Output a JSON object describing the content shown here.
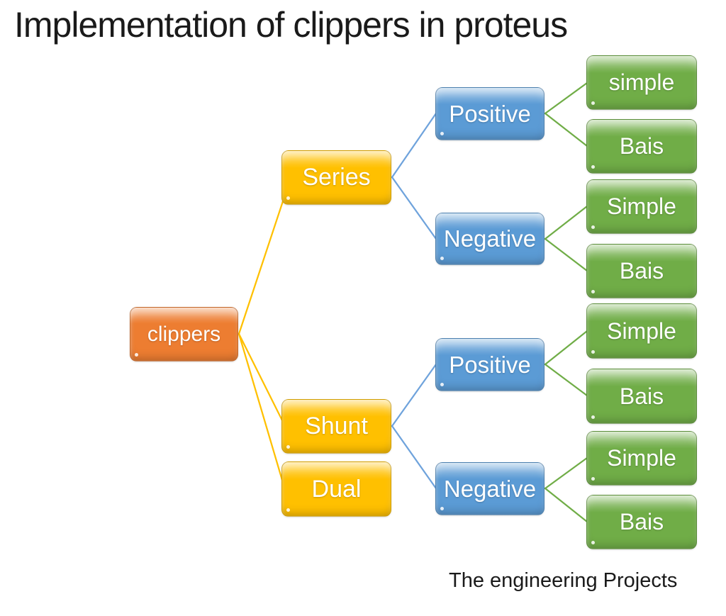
{
  "title": "Implementation of clippers in proteus",
  "footer": "The engineering Projects",
  "colors": {
    "root_fill": "#ED7D31",
    "level2_fill": "#FFC000",
    "level3_fill": "#5B9BD5",
    "level4_fill": "#70AD47",
    "root_line": "#FFC000",
    "level2_line": "#6FA3DC",
    "level3_line": "#70AD47",
    "text": "#FFFFFF",
    "title_text": "#1A1A1A"
  },
  "nodes": {
    "clippers": {
      "label": "clippers"
    },
    "series": {
      "label": "Series"
    },
    "shunt": {
      "label": "Shunt"
    },
    "dual": {
      "label": "Dual"
    },
    "series_positive": {
      "label": "Positive"
    },
    "series_negative": {
      "label": "Negative"
    },
    "shunt_positive": {
      "label": "Positive"
    },
    "shunt_negative": {
      "label": "Negative"
    },
    "series_positive_simple": {
      "label": "simple"
    },
    "series_positive_bais": {
      "label": "Bais"
    },
    "series_negative_simple": {
      "label": "Simple"
    },
    "series_negative_bais": {
      "label": "Bais"
    },
    "shunt_positive_simple": {
      "label": "Simple"
    },
    "shunt_positive_bais": {
      "label": "Bais"
    },
    "shunt_negative_simple": {
      "label": "Simple"
    },
    "shunt_negative_bais": {
      "label": "Bais"
    }
  },
  "hierarchy": {
    "clippers": {
      "Series": {
        "Positive": [
          "simple",
          "Bais"
        ],
        "Negative": [
          "Simple",
          "Bais"
        ]
      },
      "Shunt": {
        "Positive": [
          "Simple",
          "Bais"
        ],
        "Negative": [
          "Simple",
          "Bais"
        ]
      },
      "Dual": {}
    }
  }
}
